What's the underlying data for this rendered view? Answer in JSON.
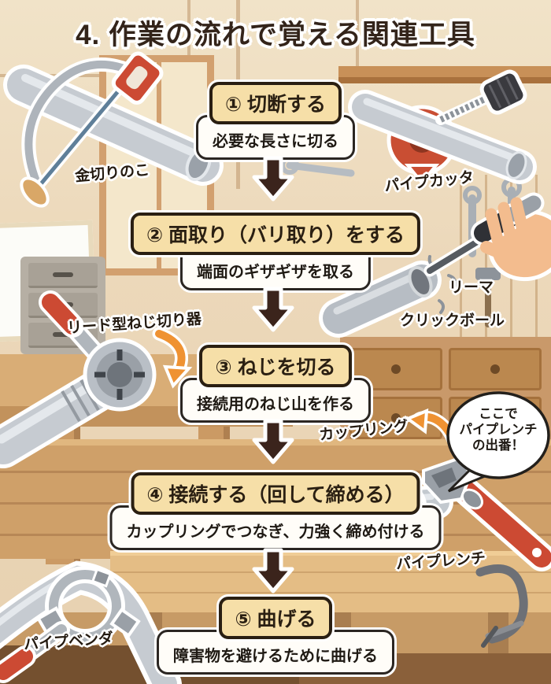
{
  "title": "4. 作業の流れで覚える関連工具",
  "steps": [
    {
      "header": "① 切断する",
      "desc": "必要な長さに切る"
    },
    {
      "header": "② 面取り（バリ取り）をする",
      "desc": "端面のギザギザを取る"
    },
    {
      "header": "③ ねじを切る",
      "desc": "接続用のねじ山を作る"
    },
    {
      "header": "④ 接続する（回して締める）",
      "desc": "カップリングでつなぎ、力強く締め付ける"
    },
    {
      "header": "⑤ 曲げる",
      "desc": "障害物を避けるために曲げる"
    }
  ],
  "tools": {
    "hacksaw": {
      "label": "金切りのこ"
    },
    "pipe_cutter": {
      "label": "パイプカッタ"
    },
    "reamer": {
      "label": "リーマ"
    },
    "click_ball": {
      "label": "クリックボール"
    },
    "thread_cutter": {
      "label": "リード型ねじ切り器"
    },
    "coupling": {
      "label": "カップリング"
    },
    "pipe_wrench": {
      "label": "パイプレンチ"
    },
    "pipe_bender": {
      "label": "パイプベンダ"
    }
  },
  "speech_bubble": {
    "line1": "ここで",
    "line2": "パイプレンチ",
    "line3": "の出番！"
  },
  "colors": {
    "step_box_fill": "#f6dfa8",
    "step_box_border": "#2a1f12",
    "flow_arrow": "#3b241c",
    "accent_red": "#c94e33",
    "orange_arrow": "#ef9232",
    "wall": "#ecd8ba",
    "wood": "#cfa069"
  }
}
